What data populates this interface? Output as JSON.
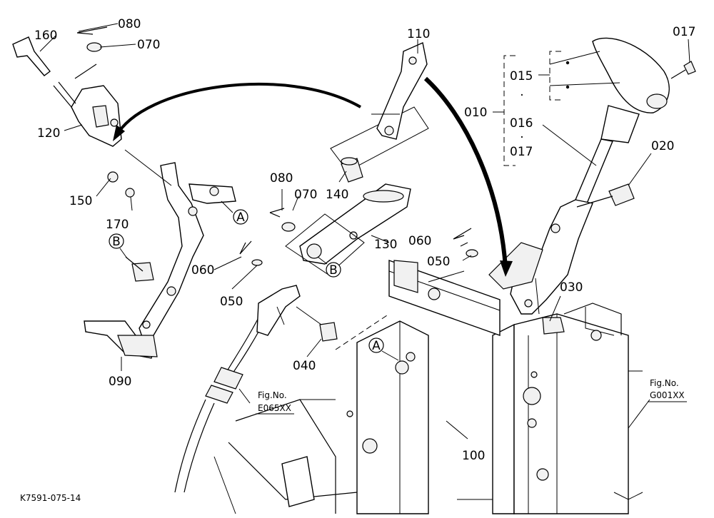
{
  "parts": {
    "p160": "160",
    "p080a": "080",
    "p070a": "070",
    "p120": "120",
    "p150": "150",
    "p170": "170",
    "p090": "090",
    "p110": "110",
    "p080b": "080",
    "p070b": "070",
    "p140": "140",
    "p130": "130",
    "p060a": "060",
    "p050a": "050",
    "p060b": "060",
    "p050b": "050",
    "p040": "040",
    "p010": "010",
    "p015": "015",
    "p016": "016",
    "p017a": "017",
    "p017b": "017",
    "p020": "020",
    "p030": "030",
    "p100": "100"
  },
  "callouts": {
    "a1": "A",
    "a2": "A",
    "b1": "B",
    "b2": "B"
  },
  "refs": {
    "ref1_title": "Fig.No.",
    "ref1_code": "E065XX",
    "ref2_title": "Fig.No.",
    "ref2_code": "G001XX"
  },
  "footer": {
    "code": "K7591-075-14"
  },
  "colors": {
    "ink": "#000000",
    "paper": "#ffffff"
  }
}
